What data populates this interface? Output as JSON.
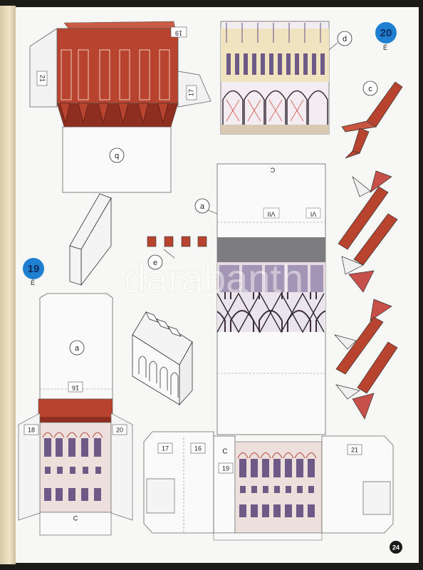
{
  "page": {
    "number": "24",
    "watermark": "darabanth"
  },
  "models": {
    "model_19": {
      "badge": "19",
      "sublabel": "É"
    },
    "model_20": {
      "badge": "20",
      "sublabel": "É"
    }
  },
  "part_labels": {
    "a": "a",
    "b": "b",
    "c": "c",
    "d": "d",
    "e": "e"
  },
  "tab_numbers": {
    "n16": "16",
    "n17": "17",
    "n18": "18",
    "n19": "19",
    "n20": "20",
    "n21": "21"
  },
  "roman": {
    "vi": "VI",
    "vii": "VII"
  },
  "fold_letter": "C",
  "colors": {
    "red": "#b8442f",
    "dark_red": "#8e2e20",
    "badge_blue": "#1f7fd0",
    "window_purple": "#6d5a86",
    "facade_pink": "#e8d3cf"
  }
}
